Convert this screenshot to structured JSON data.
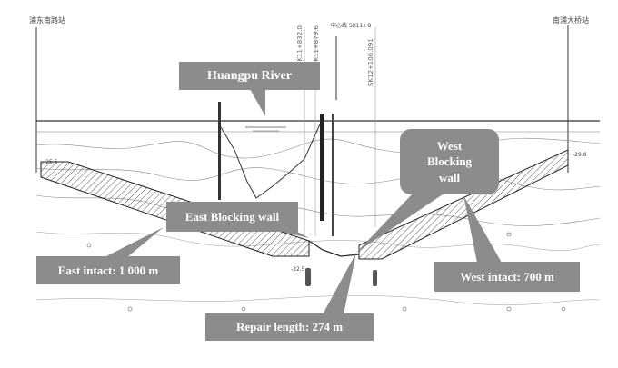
{
  "callouts": {
    "river": "Huangpu River",
    "east_wall": "East Blocking wall",
    "west_wall_line1": "West",
    "west_wall_line2": "Blocking",
    "west_wall_line3": "wall",
    "east_intact": "East intact: 1 000 m",
    "west_intact": "West intact: 700 m",
    "repair": "Repair length: 274 m"
  },
  "stations": {
    "left": "浦东南路站",
    "right": "南浦大桥站",
    "mark1": "SK11+832.0",
    "mark2": "SK11+879.6",
    "mark3": "SK12+106.091",
    "mark4": "中心线 SK11+8",
    "east_elev": "-25.5",
    "west_elev": "-29.8",
    "bottom_elev": "-32.5"
  },
  "colors": {
    "callout_bg": "#8c8c8c",
    "line": "#333333",
    "hatch": "#444444"
  }
}
